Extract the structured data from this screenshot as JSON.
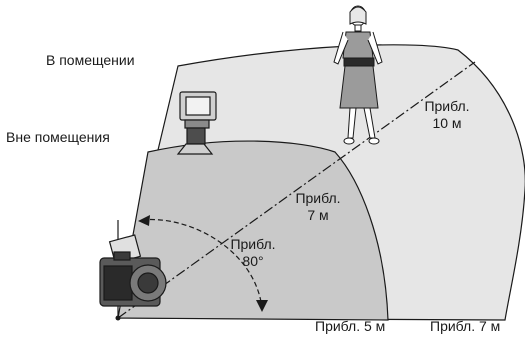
{
  "labels": {
    "indoors": "В помещении",
    "outdoors": "Вне помещения",
    "approx": "Прибл.",
    "dist_10": "10 м",
    "dist_7": "7 м",
    "angle": "80°",
    "bottom_5": "Прибл. 5 м",
    "bottom_7": "Прибл. 7 м"
  },
  "zones": [
    {
      "name": "indoors",
      "range_m": 10
    },
    {
      "name": "outdoors",
      "range_m": 7
    }
  ],
  "angle_deg": 80,
  "colors": {
    "indoor_fill": "#e6e6e6",
    "outdoor_fill": "#c9c9c9",
    "line": "#1a1a1a",
    "dress": "#9b9b9b",
    "belt": "#2a2a2a"
  },
  "icons": [
    "speedlite-flash-icon",
    "dslr-camera-icon",
    "woman-subject-icon"
  ]
}
